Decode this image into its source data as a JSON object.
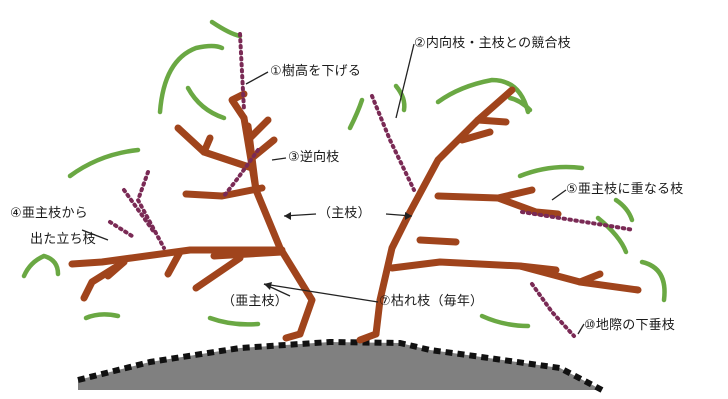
{
  "labels": {
    "lower_height": "①樹高を下げる",
    "inward_branch": "②内向枝・主枝との競合枝",
    "reverse_branch": "③逆向枝",
    "from_sub_main_line1": "④亜主枝から",
    "from_sub_main_line2": "出た立ち枝",
    "overlapping_sub_main": "⑤亜主枝に重なる枝",
    "main_branch": "（主枝）",
    "sub_main_branch": "（亜主枝）",
    "dead_branch": "⑦枯れ枝（毎年）",
    "hanging_branch": "⑩地際の下垂枝"
  },
  "colors": {
    "trunk": "#a0441c",
    "canopy_outline": "#6aa843",
    "pruning_dots": "#7a2a55",
    "ground_fill": "#808080",
    "ground_border": "#111111"
  }
}
